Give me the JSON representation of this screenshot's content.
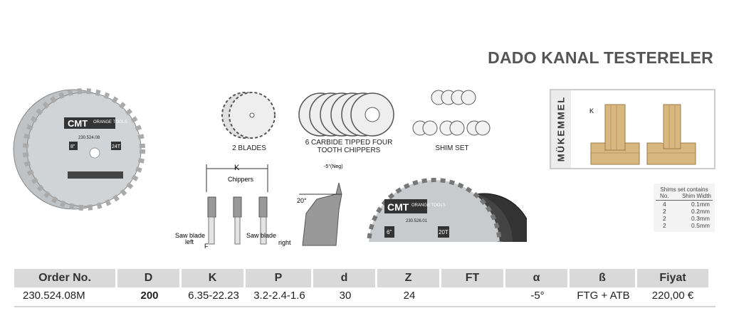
{
  "title": "DADO KANAL TESTERELER",
  "images": {
    "blades_label": "2 BLADES",
    "chippers_label_1": "6 CARBIDE TIPPED FOUR",
    "chippers_label_2": "TOOTH CHIPPERS",
    "shim_label": "SHIM SET",
    "diagram": {
      "k": "K",
      "chippers": "Chippers",
      "saw_blade_left_1": "Saw blade",
      "saw_blade_left_2": "left",
      "saw_blade_right_1": "Saw blade",
      "saw_blade_right_2": "right",
      "f": "F",
      "angle_20": "20°",
      "angle_neg": "-5°(Neg)"
    },
    "blade_brand": "CMT",
    "blade_brand_sub": "ORANGE TOOLS",
    "blade_code": "230.524.08",
    "blade_code2": "230.526.01",
    "blade_size": "8\"",
    "blade_size2": "6\"",
    "blade_teeth": "24T",
    "blade_teeth2": "20T"
  },
  "quality": {
    "label": "MÜKEMMEL",
    "k": "K"
  },
  "shims": {
    "title": "Shims set contains",
    "col_no": "No.",
    "col_width": "Shim Width",
    "rows": [
      {
        "no": "4",
        "w": "0.1mm"
      },
      {
        "no": "2",
        "w": "0.2mm"
      },
      {
        "no": "2",
        "w": "0.3mm"
      },
      {
        "no": "2",
        "w": "0.5mm"
      }
    ]
  },
  "table": {
    "headers": [
      "Order No.",
      "D",
      "K",
      "P",
      "d",
      "Z",
      "FT",
      "α",
      "ß",
      "Fiyat"
    ],
    "rows": [
      [
        "230.524.08M",
        "200",
        "6.35-22.23",
        "3.2-2.4-1.6",
        "30",
        "24",
        "",
        "-5°",
        "FTG + ATB",
        "220,00 €"
      ]
    ]
  },
  "colors": {
    "title": "#555555",
    "header_bg": "#d9d9d9",
    "wood": "#d9b87f"
  }
}
